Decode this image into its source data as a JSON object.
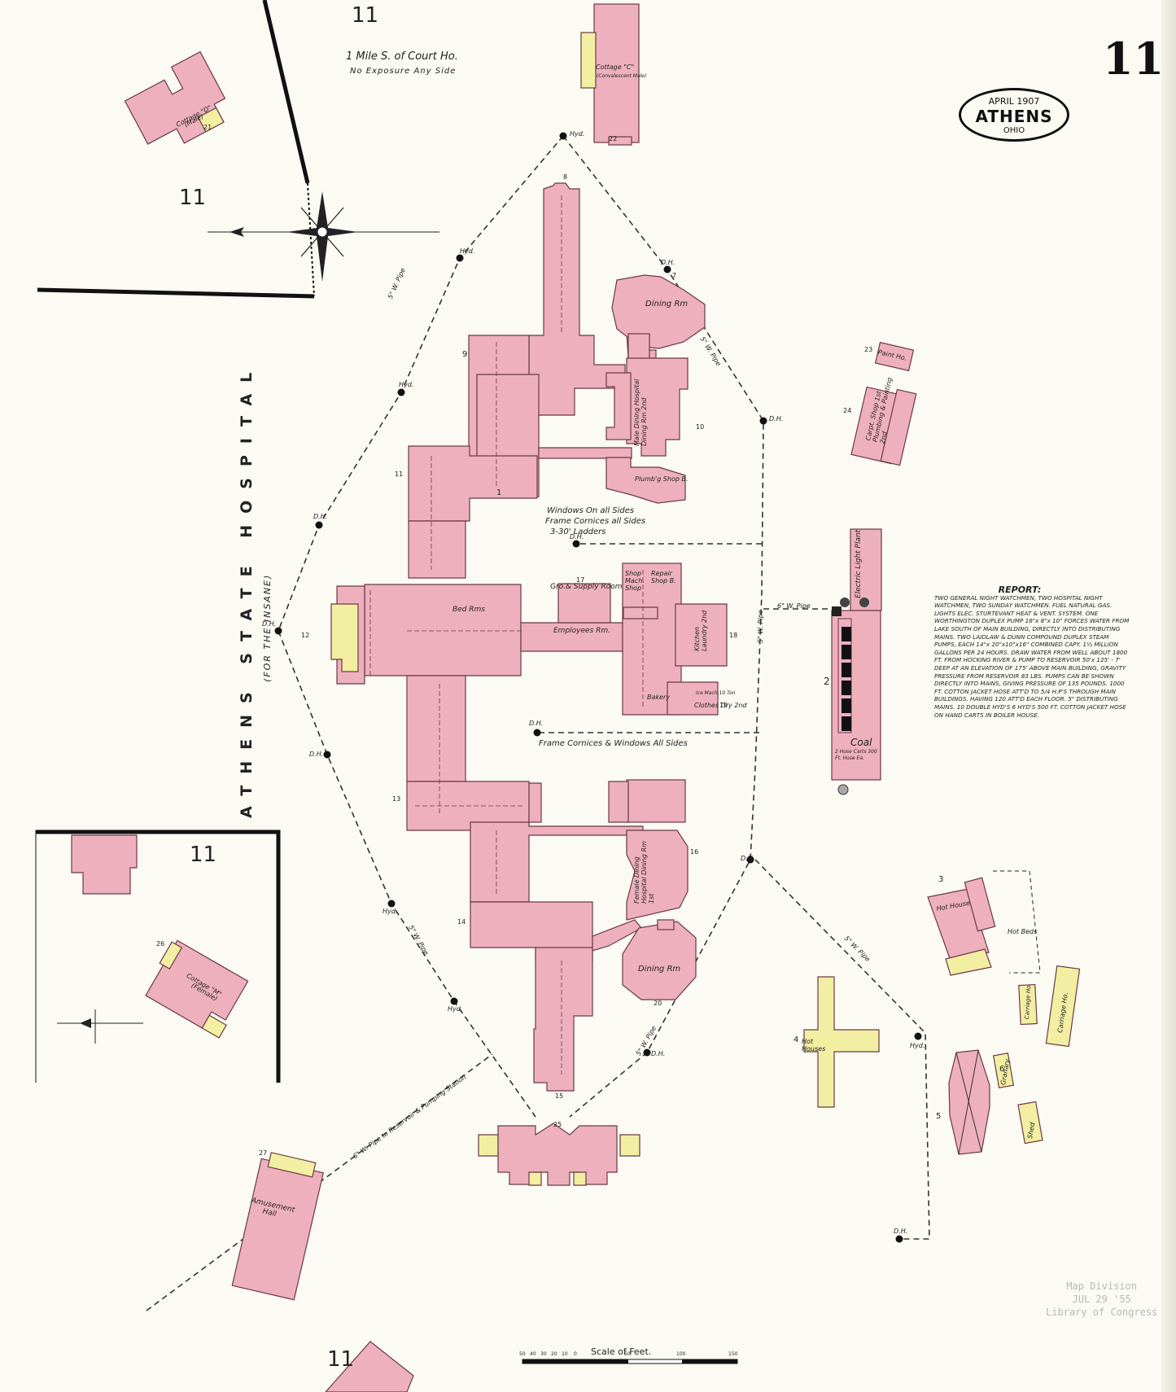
{
  "sheet": {
    "number": "11",
    "city": "ATHENS",
    "state": "OHIO",
    "date": "APRIL 1907"
  },
  "header_note": {
    "line1": "1 Mile S. of Court Ho.",
    "line2": "No Exposure Any Side"
  },
  "sheet_refs": {
    "top": "11",
    "left": "11",
    "lower_left": "11",
    "bottom": "11"
  },
  "institution": {
    "name": "ATHENS STATE HOSPITAL",
    "subtitle": "(FOR THE INSANE)"
  },
  "notes": {
    "windows_upper": "Windows On all Sides",
    "cornices_upper": "Frame Cornices all Sides",
    "ladders": "3-30' Ladders",
    "cornices_lower": "Frame Cornices & Windows All Sides"
  },
  "buildings": {
    "cottage_d": "Cottage \"D\"",
    "cottage_d_sub": "(Male)",
    "cottage_c": "Cottage \"C\"",
    "cottage_c_sub": "(Convalescent Male)",
    "cottage_m": "Cottage \"M\"",
    "cottage_m_sub": "(Female)",
    "dining_upper": "Dining Rm",
    "dining_lower": "Dining Rm",
    "male_dining": "Male Dining Hospital Dining Rm 2nd",
    "female_dining": "Female Dining Hospital Dining Rm 1st",
    "plumbg": "Plumb'g Shop B.",
    "gro_supply": "Gro.& Supply Room",
    "employees_rm": "Employees Rm.",
    "shop": "Shop Mach. Shop",
    "repair": "Repair Shop B.",
    "kitchen": "Kitchen Laundry 2nd",
    "bakery": "Bakery",
    "clothes_dry": "Clothes Dry 2nd",
    "ice_mach": "Ice Mach 10 Ton",
    "bed_rms": "Bed Rms",
    "paint_ho": "Paint Ho.",
    "carpenter": "Carpt. Shop 1st Plumbing & Painting 2nd",
    "electric": "Electric Light Plant",
    "coal": "Coal",
    "coal_sub": "2 Hose Carts 300 Ft. Hose Ea.",
    "hot_house": "Hot House",
    "hot_beds": "Hot Beds",
    "hot_houses": "Hot Houses",
    "carriage_ho": "Carriage Ho.",
    "carriage_small": "Carriage Ho.",
    "granary": "Granary",
    "shed": "Shed",
    "amusement_hall": "Amusement Hall"
  },
  "building_numbers": [
    "1",
    "2",
    "3",
    "4",
    "5",
    "6",
    "7",
    "8",
    "9",
    "10",
    "11",
    "12",
    "13",
    "14",
    "15",
    "16",
    "17",
    "18",
    "19",
    "20",
    "21",
    "22",
    "23",
    "24",
    "25",
    "26",
    "27"
  ],
  "pipes": {
    "pipe_ne": "5\" W. Pipe",
    "pipe_nw": "5\" W. Pipe",
    "pipe_e": "5\" W. Pipe",
    "pipe_6": "6\" W. Pipe",
    "pipe_sw": "5\" W. Pipe",
    "pipe_se": "5\" W. Pipe",
    "pipe_se2": "5\" W. Pipe",
    "reservoir": "6\" W. Pipe to Reservoir & Pumping Station"
  },
  "hydrants": {
    "hyd": "Hyd.",
    "dh": "D.H."
  },
  "scale": {
    "title": "Scale of Feet.",
    "ticks": [
      "50",
      "40",
      "30",
      "20",
      "10",
      "0",
      "50",
      "100",
      "150"
    ]
  },
  "report": {
    "title": "REPORT:",
    "text": "TWO GENERAL NIGHT WATCHMEN, TWO HOSPITAL NIGHT WATCHMEN, TWO SUNDAY WATCHMEN. FUEL NATURAL GAS. LIGHTS ELEC. STURTEVANT HEAT & VENT. SYSTEM. ONE WORTHINGTON DUPLEX PUMP 16\"x 8\"x 10\" FORCES WATER FROM LAKE SOUTH OF MAIN BUILDING, DIRECTLY INTO DISTRIBUTING MAINS. TWO LAIDLAW & DUNN COMPOUND DUPLEX STEAM PUMPS, EACH 14\"x 20\"x10\"x16\" COMBINED CAPY. 1½ MILLION GALLONS PER 24 HOURS. DRAW WATER FROM WELL ABOUT 1800 FT. FROM HOCKING RIVER & PUMP TO RESERVOIR 50'x 125' - 7' DEEP AT AN ELEVATION OF 175' ABOVE MAIN BUILDING, GRAVITY PRESSURE FROM RESERVOIR 83 LBS. PUMPS CAN BE SHOWN DIRECTLY INTO MAINS, GIVING PRESSURE OF 135 POUNDS. 1000 FT. COTTON JACKET HOSE ATT'D TO 5/4 H.P'S THROUGH MAIN BUILDINGS. HAVING 120 ATT'D EACH FLOOR. 5\" DISTRIBUTING MAINS. 10 DOUBLE HYD'S 6 HYD'S 500 FT. COTTON JACKET HOSE ON HAND CARTS IN BOILER HOUSE."
  },
  "stamp": {
    "line1": "Map Division",
    "line2": "JUL 29 '55",
    "line3": "Library of Congress"
  },
  "colors": {
    "brick": "#eeb0bd",
    "brick_stroke": "#6a3a45",
    "frame": "#f2eea2",
    "ink": "#222222"
  }
}
